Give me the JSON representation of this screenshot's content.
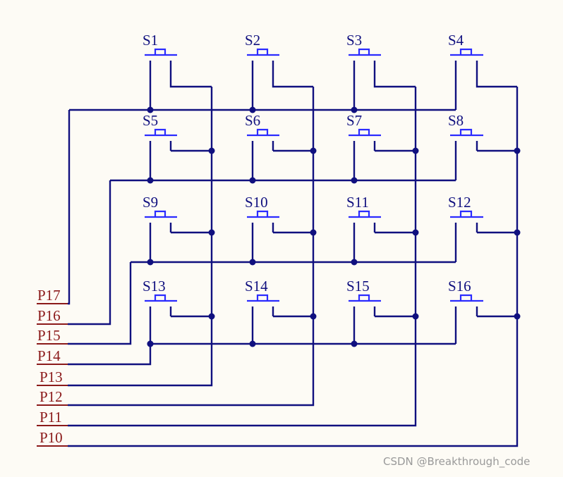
{
  "switches": [
    "S1",
    "S2",
    "S3",
    "S4",
    "S5",
    "S6",
    "S7",
    "S8",
    "S9",
    "S10",
    "S11",
    "S12",
    "S13",
    "S14",
    "S15",
    "S16"
  ],
  "ports": [
    "P17",
    "P16",
    "P15",
    "P14",
    "P13",
    "P12",
    "P11",
    "P10"
  ],
  "watermark": "CSDN @Breakthrough_code",
  "colors": {
    "wire": "#10107f",
    "button": "#2b2bff",
    "port_label": "#8b1a1a",
    "background": "#fdfbf5"
  }
}
